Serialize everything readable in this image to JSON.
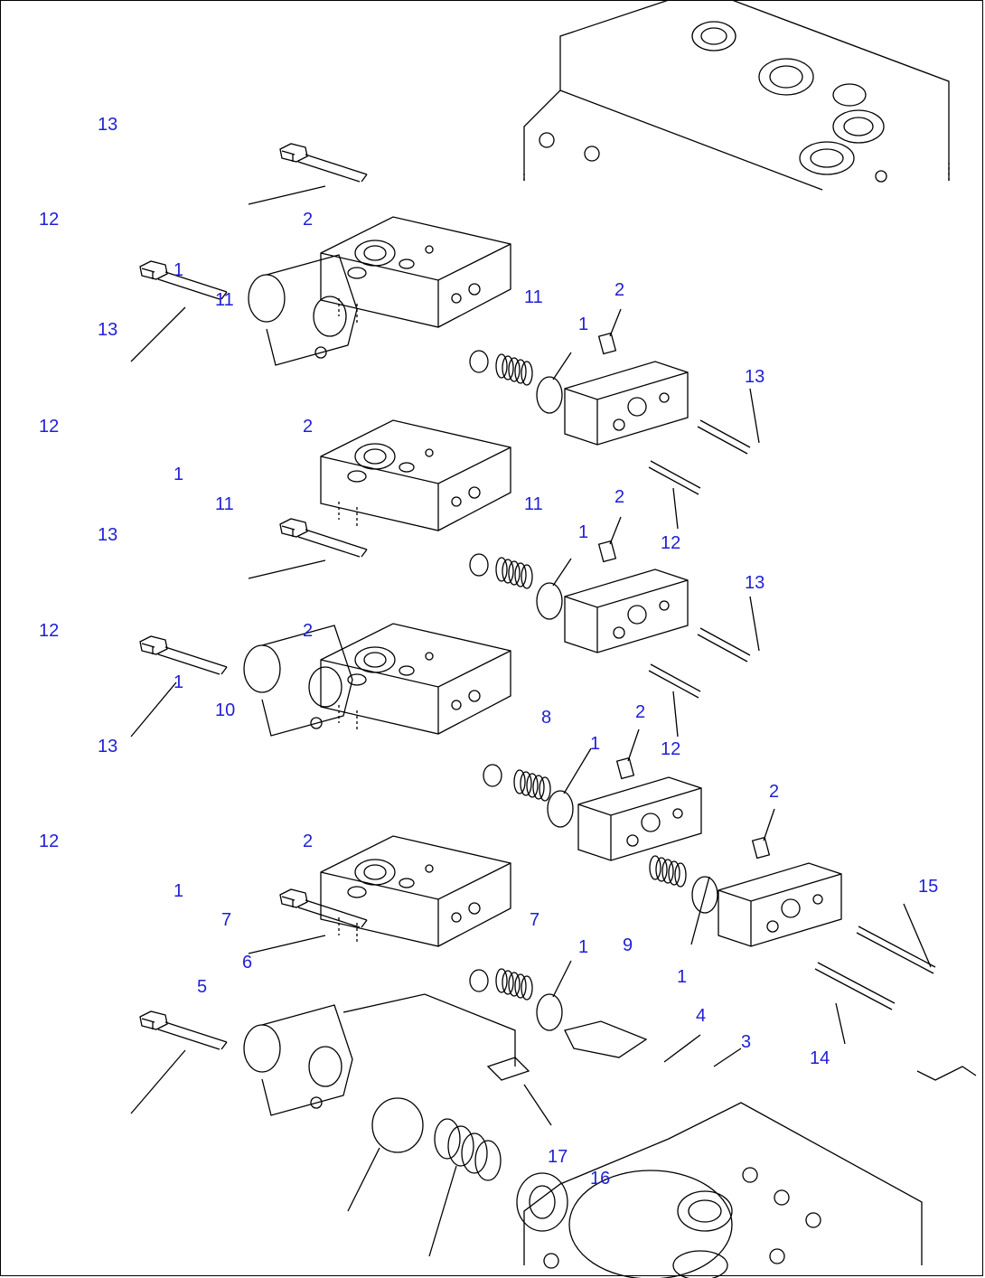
{
  "callouts": [
    {
      "id": "c01",
      "text": "13"
    },
    {
      "id": "c02",
      "text": "12"
    },
    {
      "id": "c03",
      "text": "2"
    },
    {
      "id": "c04",
      "text": "1"
    },
    {
      "id": "c05",
      "text": "11"
    },
    {
      "id": "c06",
      "text": "13"
    },
    {
      "id": "c07",
      "text": "11"
    },
    {
      "id": "c08",
      "text": "2"
    },
    {
      "id": "c09",
      "text": "1"
    },
    {
      "id": "c10",
      "text": "13"
    },
    {
      "id": "c11",
      "text": "12"
    },
    {
      "id": "c12",
      "text": "2"
    },
    {
      "id": "c13",
      "text": "1"
    },
    {
      "id": "c14",
      "text": "11"
    },
    {
      "id": "c15",
      "text": "13"
    },
    {
      "id": "c16",
      "text": "11"
    },
    {
      "id": "c17",
      "text": "2"
    },
    {
      "id": "c18",
      "text": "1"
    },
    {
      "id": "c19",
      "text": "12"
    },
    {
      "id": "c20",
      "text": "13"
    },
    {
      "id": "c21",
      "text": "12"
    },
    {
      "id": "c22",
      "text": "2"
    },
    {
      "id": "c23",
      "text": "1"
    },
    {
      "id": "c24",
      "text": "10"
    },
    {
      "id": "c25",
      "text": "13"
    },
    {
      "id": "c26",
      "text": "8"
    },
    {
      "id": "c27",
      "text": "1"
    },
    {
      "id": "c28",
      "text": "2"
    },
    {
      "id": "c29",
      "text": "12"
    },
    {
      "id": "c30",
      "text": "12"
    },
    {
      "id": "c31",
      "text": "2"
    },
    {
      "id": "c32",
      "text": "2"
    },
    {
      "id": "c33",
      "text": "1"
    },
    {
      "id": "c34",
      "text": "7"
    },
    {
      "id": "c35",
      "text": "6"
    },
    {
      "id": "c36",
      "text": "5"
    },
    {
      "id": "c37",
      "text": "7"
    },
    {
      "id": "c38",
      "text": "1"
    },
    {
      "id": "c39",
      "text": "9"
    },
    {
      "id": "c40",
      "text": "1"
    },
    {
      "id": "c41",
      "text": "15"
    },
    {
      "id": "c42",
      "text": "4"
    },
    {
      "id": "c43",
      "text": "3"
    },
    {
      "id": "c44",
      "text": "14"
    },
    {
      "id": "c45",
      "text": "17"
    },
    {
      "id": "c46",
      "text": "16"
    }
  ]
}
